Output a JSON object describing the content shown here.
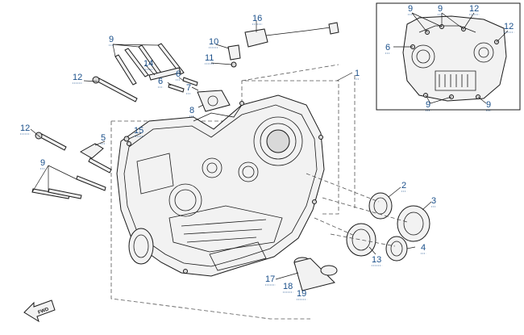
{
  "diagram": {
    "callouts": [
      "1",
      "2",
      "3",
      "4",
      "5",
      "6",
      "6",
      "7",
      "8",
      "9",
      "9",
      "9",
      "10",
      "11",
      "12",
      "12",
      "13",
      "14",
      "15",
      "16",
      "17",
      "18",
      "19"
    ],
    "inset_callouts": [
      "9",
      "9",
      "12",
      "12",
      "6",
      "9",
      "9"
    ],
    "fwd_label": "FWD",
    "colors": {
      "callout": "#1a4f8a",
      "line": "#1a1a1a",
      "fill": "#f2f2f2"
    }
  }
}
